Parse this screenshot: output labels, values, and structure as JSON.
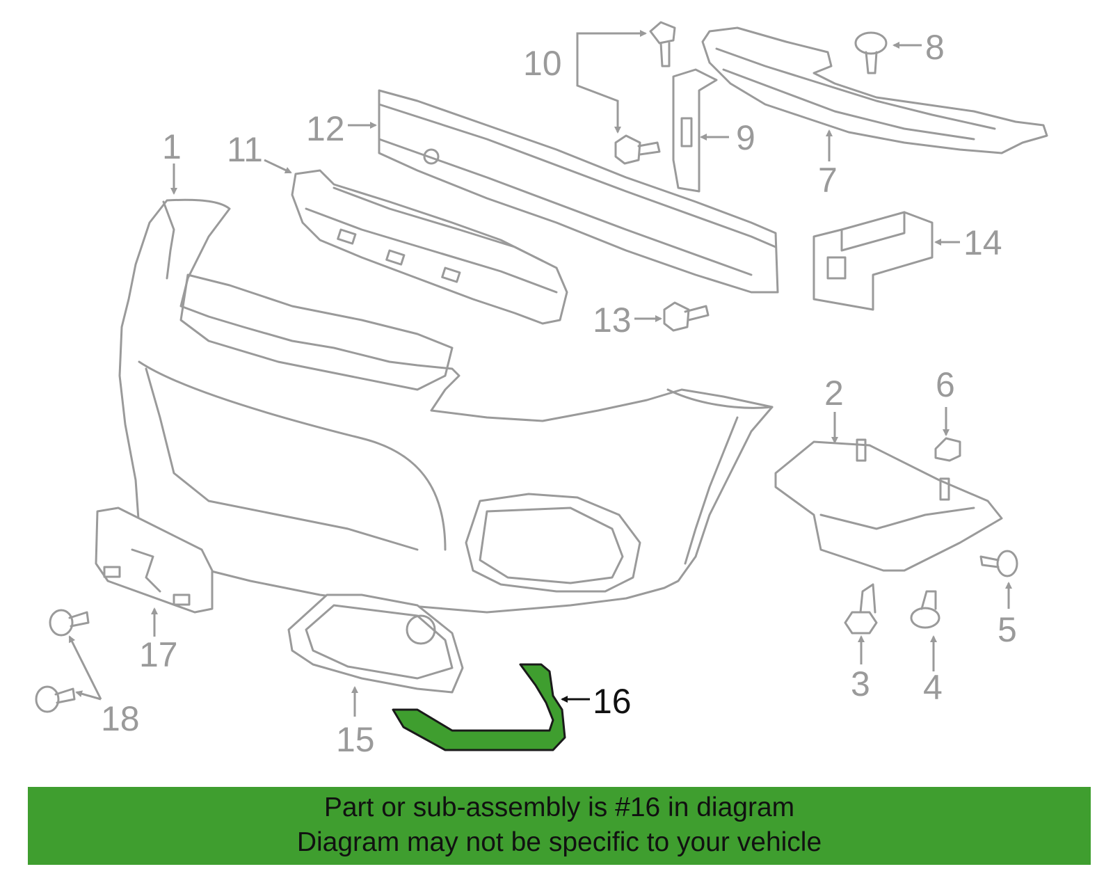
{
  "diagram": {
    "highlighted_part": "16",
    "highlight_color": "#3f9e2f",
    "line_color": "#9a9a9a",
    "callouts": {
      "c1": "1",
      "c2": "2",
      "c3": "3",
      "c4": "4",
      "c5": "5",
      "c6": "6",
      "c7": "7",
      "c8": "8",
      "c9": "9",
      "c10": "10",
      "c11": "11",
      "c12": "12",
      "c13": "13",
      "c14": "14",
      "c15": "15",
      "c16": "16",
      "c17": "17",
      "c18": "18"
    }
  },
  "banner": {
    "line1": "Part or sub-assembly is #16 in diagram",
    "line2": "Diagram may not be specific to your vehicle",
    "background": "#3f9e2f"
  }
}
